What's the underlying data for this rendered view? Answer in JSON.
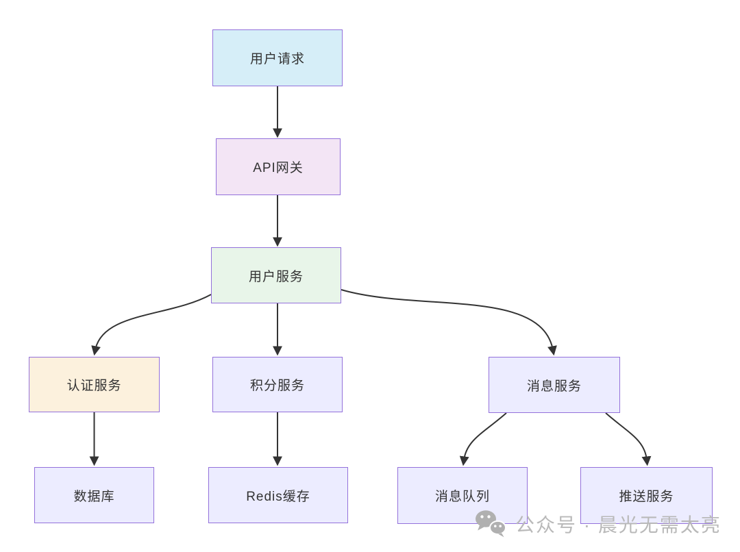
{
  "diagram": {
    "type": "flowchart",
    "direction": "top-down",
    "edge_color": "#333333",
    "node_border_color": "#9370db",
    "nodes": {
      "user_request": {
        "label": "用户请求",
        "fill": "#d6eef8",
        "border": "#9370db"
      },
      "api_gateway": {
        "label": "API网关",
        "fill": "#f3e5f5",
        "border": "#9370db"
      },
      "user_service": {
        "label": "用户服务",
        "fill": "#e8f5e9",
        "border": "#9370db"
      },
      "auth_service": {
        "label": "认证服务",
        "fill": "#fcf1dd",
        "border": "#9370db"
      },
      "points_service": {
        "label": "积分服务",
        "fill": "#ececff",
        "border": "#9370db"
      },
      "message_service": {
        "label": "消息服务",
        "fill": "#ececff",
        "border": "#9370db"
      },
      "database": {
        "label": "数据库",
        "fill": "#ececff",
        "border": "#9370db"
      },
      "redis_cache": {
        "label": "Redis缓存",
        "fill": "#ececff",
        "border": "#9370db"
      },
      "message_queue": {
        "label": "消息队列",
        "fill": "#ececff",
        "border": "#9370db"
      },
      "push_service": {
        "label": "推送服务",
        "fill": "#ececff",
        "border": "#9370db"
      }
    },
    "edges": [
      {
        "from": "user_request",
        "to": "api_gateway"
      },
      {
        "from": "api_gateway",
        "to": "user_service"
      },
      {
        "from": "user_service",
        "to": "auth_service"
      },
      {
        "from": "user_service",
        "to": "points_service"
      },
      {
        "from": "user_service",
        "to": "message_service"
      },
      {
        "from": "auth_service",
        "to": "database"
      },
      {
        "from": "points_service",
        "to": "redis_cache"
      },
      {
        "from": "message_service",
        "to": "message_queue"
      },
      {
        "from": "message_service",
        "to": "push_service"
      }
    ]
  },
  "watermark": {
    "icon": "wechat-icon",
    "text": "公众号 · 晨光无需太亮",
    "color": "#b9b9b9"
  }
}
